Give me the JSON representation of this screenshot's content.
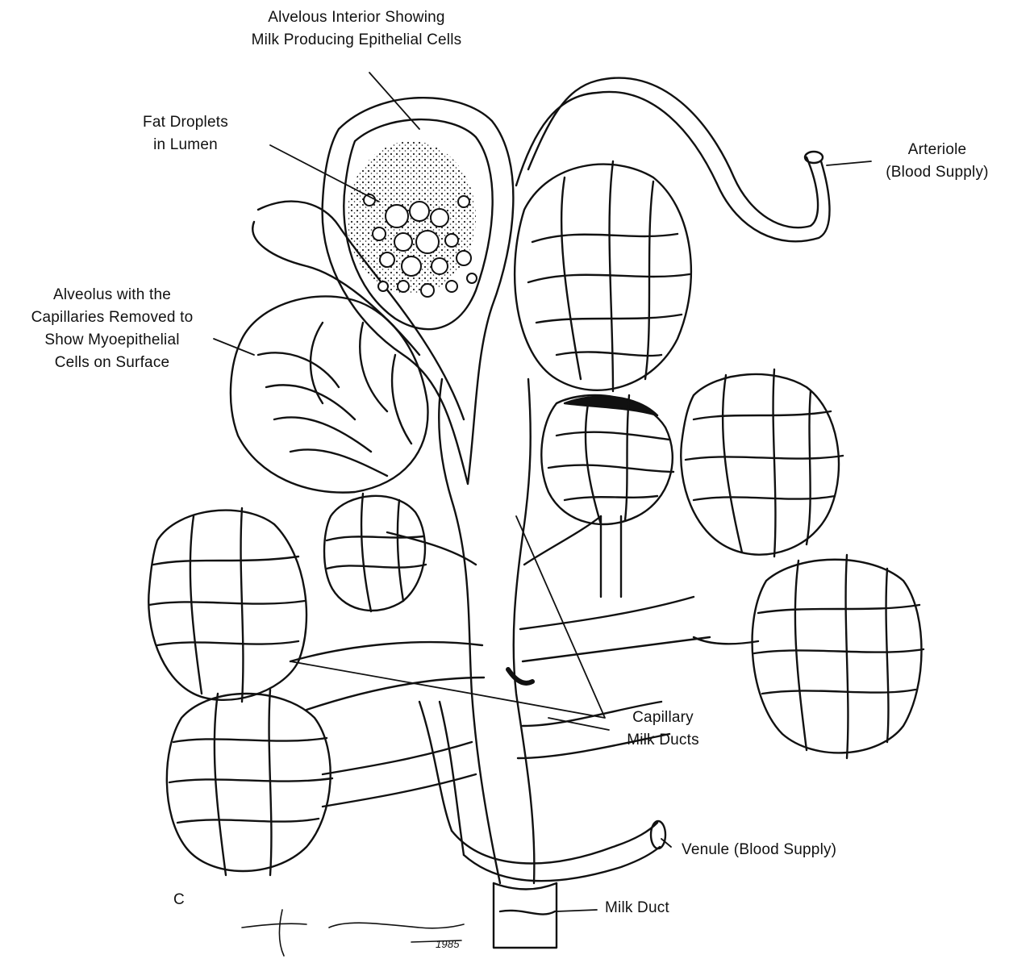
{
  "labels": {
    "alveolus_interior": [
      "Alvelous Interior Showing",
      "Milk Producing Epithelial Cells"
    ],
    "fat_droplets": [
      "Fat Droplets",
      "in Lumen"
    ],
    "arteriole": [
      "Arteriole",
      "(Blood Supply)"
    ],
    "alveolus_capillaries": [
      "Alveolus with the",
      "Capillaries Removed to",
      "Show Myoepithelial",
      "Cells on Surface"
    ],
    "capillary_milk_ducts": [
      "Capillary",
      "Milk Ducts"
    ],
    "venule": "Venule (Blood Supply)",
    "milk_duct": "Milk Duct",
    "panel_letter": "C",
    "signature_year": "1985"
  },
  "colors": {
    "ink": "#111111",
    "paper": "#ffffff"
  }
}
